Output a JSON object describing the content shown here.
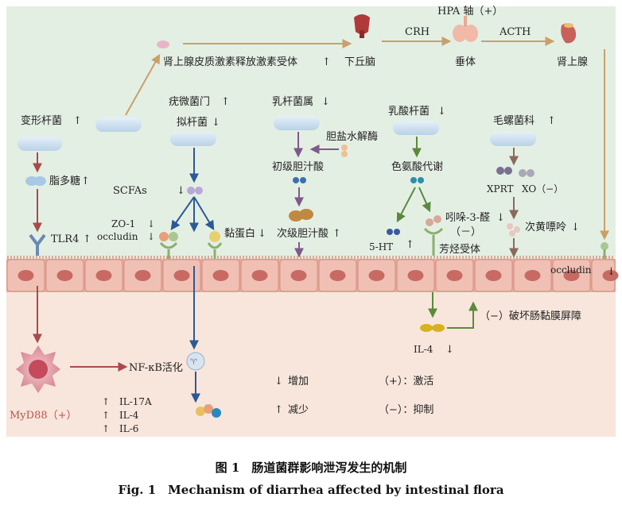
{
  "figure": {
    "hpa_axis": "HPA 轴（+）",
    "crh": "CRH",
    "acth": "ACTH",
    "receptor": "肾上腺皮质激素释放激素受体",
    "hypothalamus": "下丘脑",
    "pituitary": "垂体",
    "adrenal": "肾上腺",
    "proteus": "变形杆菌",
    "lps": "脂多糖",
    "tlr4": "TLR4",
    "faecalibacterium": "疣微菌门",
    "bacteroides": "拟杆菌",
    "scfas": "SCFAs",
    "zo1": "ZO-1",
    "occludin_left": "occludin",
    "mucin": "黏蛋白",
    "lactobacillus": "乳杆菌属",
    "bsh": "胆盐水解酶",
    "primary_ba": "初级胆汁酸",
    "secondary_ba": "次级胆汁酸",
    "lactic_bacteria": "乳酸杆菌",
    "trp_metabolism": "色氨酸代谢",
    "indole": "吲哚-3-醛",
    "minus": "（－）",
    "ahr": "芳烃受体",
    "ht5": "5-HT",
    "lachno": "毛螺菌科",
    "xprt": "XPRT",
    "xo": "XO（−）",
    "xanthine": "次黄嘌呤",
    "occludin_right": "occludin",
    "barrier": "（−）破坏肠黏膜屏障",
    "il4_right": "IL-4",
    "myd88": "MyD88（+）",
    "nfkb": "NF-κB活化",
    "il17a": "IL-17A",
    "il4": "IL-4",
    "il6": "IL-6",
    "legend_increase": "增加",
    "legend_decrease": "减少",
    "legend_activate": "（+）：激活",
    "legend_inhibit": "（−）：抑制"
  },
  "caption": {
    "cn": "图 1　肠道菌群影响泄泻发生的机制",
    "en": "Fig. 1　Mechanism of diarrhea affected by intestinal flora"
  },
  "colors": {
    "bg_top": "#e4efe4",
    "bg_bottom": "#f8e6dc",
    "cell_fill": "#ecb8ab",
    "nucleus": "#c86a63",
    "bacteria": "#cde0f0",
    "arrow_orange": "#c9a06a",
    "arrow_red": "#a94b4b",
    "arrow_blue": "#2c5a94",
    "arrow_purple": "#7d5a8a",
    "arrow_green": "#5b8a3c",
    "arrow_brown": "#8a6a5a"
  }
}
